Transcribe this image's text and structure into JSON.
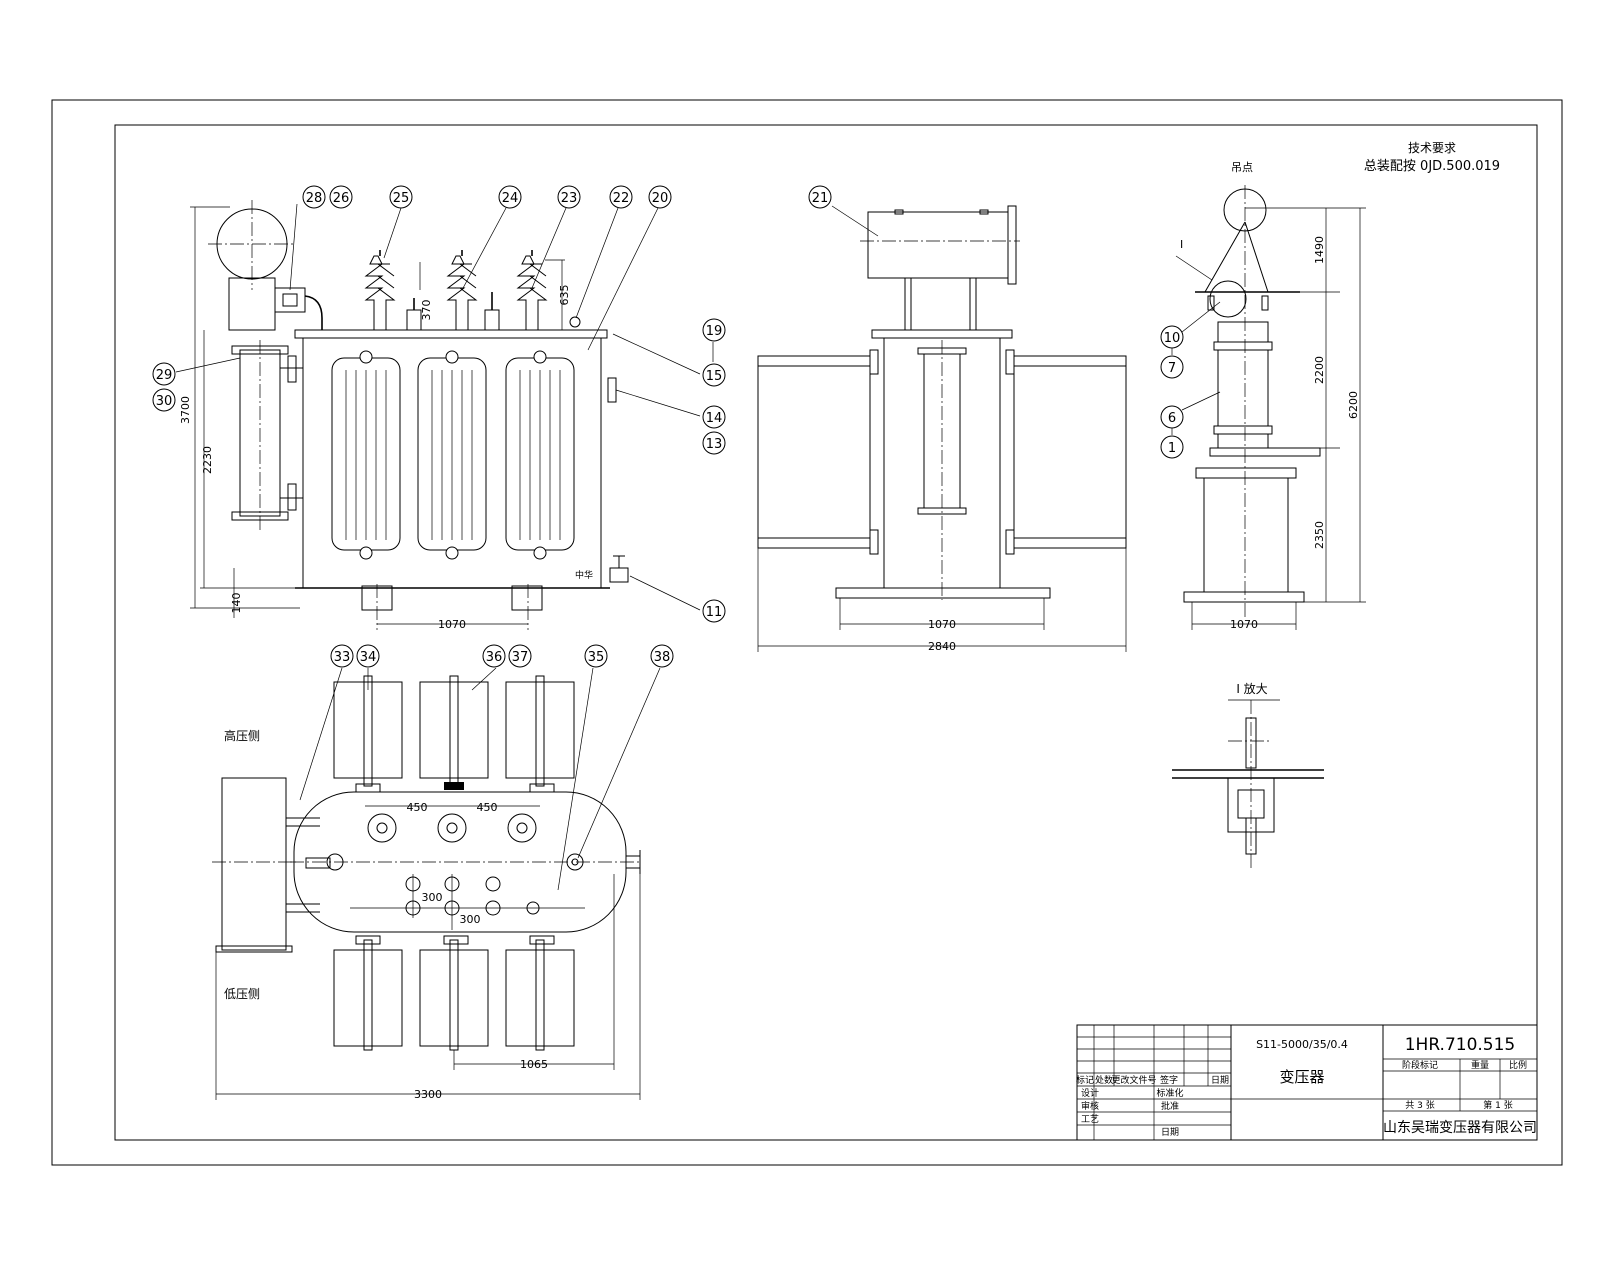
{
  "tech_req": {
    "title": "技术要求",
    "ref": "总装配按 0JD.500.019"
  },
  "labels": {
    "hook": "吊点",
    "detail_mark": "I",
    "detail_title": "I 放大",
    "hv_side": "高压侧",
    "lv_side": "低压侧"
  },
  "balloons": {
    "b28": "28",
    "b26": "26",
    "b25": "25",
    "b24": "24",
    "b23": "23",
    "b22": "22",
    "b20": "20",
    "b29": "29",
    "b30": "30",
    "b19": "19",
    "b15": "15",
    "b14": "14",
    "b13": "13",
    "b11": "11",
    "b21": "21",
    "b10": "10",
    "b7": "7",
    "b6": "6",
    "b1": "1",
    "b33": "33",
    "b34": "34",
    "b36": "36",
    "b37": "37",
    "b35": "35",
    "b38": "38"
  },
  "dims": {
    "front_height_total": "3700",
    "front_height_body": "2230",
    "front_base": "140",
    "front_width": "1070",
    "bushing_a": "370",
    "bushing_b": "635",
    "side_width_a": "1070",
    "side_width_b": "2840",
    "lift_a": "1490",
    "lift_b": "2200",
    "lift_c": "2350",
    "lift_total": "6200",
    "lift_width": "1070",
    "plan_a": "450",
    "plan_b": "450",
    "plan_c": "300",
    "plan_d": "300",
    "plan_e": "1065",
    "plan_total": "3300"
  },
  "title_block": {
    "model": "S11-5000/35/0.4",
    "name": "变压器",
    "drawing_no": "1HR.710.515",
    "company": "山东吴瑞变压器有限公司",
    "stage": "阶段标记",
    "weight": "重量",
    "scale": "比例",
    "sheets_total": "共 3 张",
    "sheet_no": "第 1 张",
    "rows": [
      "设计",
      "审核",
      "工艺"
    ],
    "rows_right": [
      "标准化",
      "批准",
      "日期"
    ],
    "header": [
      "标记",
      "处数",
      "更改文件号",
      "签字",
      "日期"
    ]
  }
}
